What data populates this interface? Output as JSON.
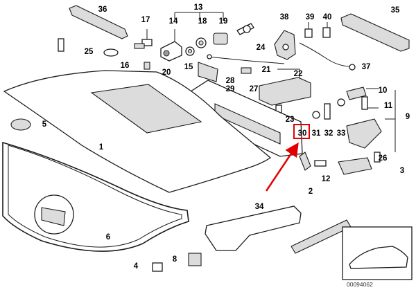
{
  "diagram": {
    "callouts": [
      "36",
      "13",
      "17",
      "14",
      "18",
      "19",
      "38",
      "39",
      "40",
      "35",
      "25",
      "24",
      "37",
      "16",
      "15",
      "20",
      "21",
      "22",
      "28",
      "29",
      "27",
      "10",
      "5",
      "11",
      "9",
      "1",
      "23",
      "30",
      "31",
      "32",
      "33",
      "26",
      "12",
      "3",
      "2",
      "34",
      "6",
      "8",
      "4"
    ],
    "highlighted_callout": "30",
    "accent_color": "#e00000",
    "reference_number": "00094062"
  }
}
